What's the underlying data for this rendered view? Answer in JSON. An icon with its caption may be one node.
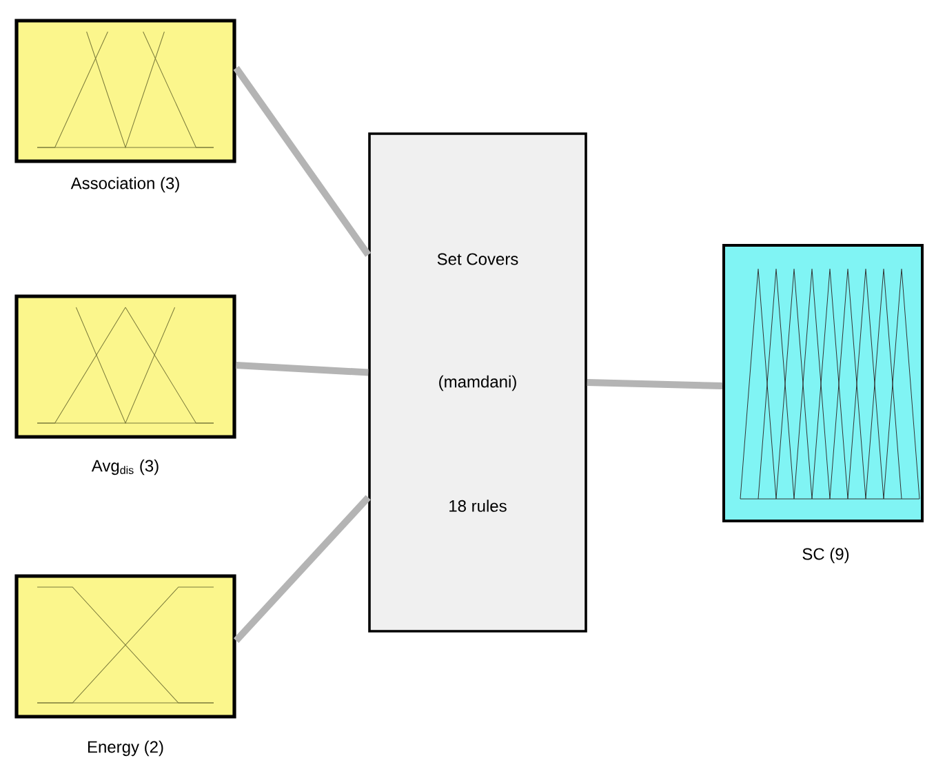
{
  "diagram": {
    "nodes": [
      {
        "text": [
          "Association (3)"
        ]
      },
      {
        "text": [
          "Avg$_{dis}$ (3)"
        ]
      },
      {
        "text": [
          "Energy (2)"
        ]
      },
      {
        "text": [
          "Set Covers",
          "(mamdani)",
          "18 rules"
        ]
      },
      {
        "text": [
          "SC (9)"
        ]
      }
    ],
    "edges": [
      {
        "from": 0,
        "to": 3,
        "arrow": "none"
      },
      {
        "from": 1,
        "to": 3,
        "arrow": "none"
      },
      {
        "from": 2,
        "to": 3,
        "arrow": "none"
      },
      {
        "from": 3,
        "to": 4,
        "arrow": "none"
      }
    ]
  }
}
